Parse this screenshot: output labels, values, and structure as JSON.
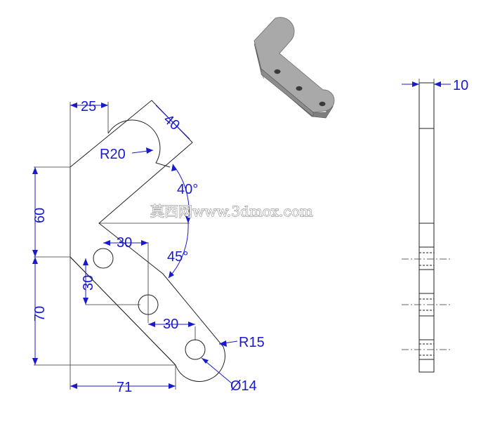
{
  "drawing": {
    "dimensions": {
      "d25": "25",
      "d40": "40",
      "r20": "R20",
      "a40": "40°",
      "d60": "60",
      "d30_top": "30",
      "a45": "45°",
      "d30_left": "30",
      "d70": "70",
      "d30_mid": "30",
      "r15": "R15",
      "d71": "71",
      "dia14": "Ø14",
      "d10": "10"
    },
    "watermark": "莫西网www.3dmox.com",
    "colors": {
      "dimension": "#1a1acc",
      "outline": "#222222",
      "iso_face": "#a9a9a9"
    }
  }
}
